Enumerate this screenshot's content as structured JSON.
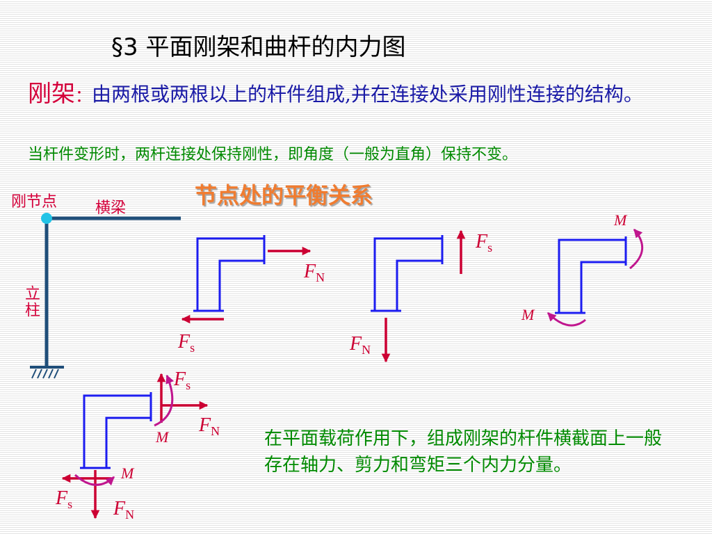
{
  "title": "§3  平面刚架和曲杆的内力图",
  "definition": {
    "term": "刚架",
    "colon": "：",
    "text": "由两根或两根以上的杆件组成,并在连接处采用刚性连接的结构。"
  },
  "note": "当杆件变形时，两杆连接处保持刚性，即角度（一般为直角）保持不变。",
  "section_heading": "节点处的平衡关系",
  "frame_labels": {
    "joint": "刚节点",
    "beam": "横梁",
    "column": "立柱"
  },
  "force_symbols": {
    "axial": "F",
    "axial_sub": "N",
    "shear": "F",
    "shear_sub": "s",
    "moment": "M"
  },
  "summary": "在平面载荷作用下，组成刚架的杆件横截面上一般存在轴力、剪力和弯矩三个内力分量。",
  "colors": {
    "title_text": "#000000",
    "term": "#d4003a",
    "definition_text": "#1a1aa6",
    "note_text": "#008a00",
    "heading": "#f07c30",
    "frame_member": "#1f4e79",
    "joint_dot": "#22c3e6",
    "element_outline": "#1c1cf0",
    "force_arrow": "#cc0033",
    "moment_arrow": "#c0168e"
  }
}
